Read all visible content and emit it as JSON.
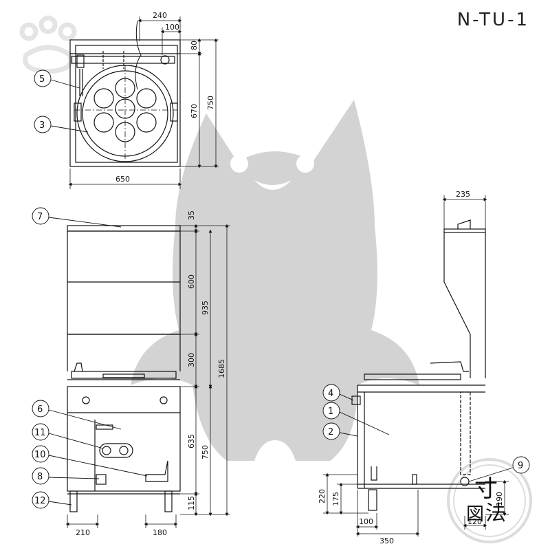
{
  "model_code": "N-TU-1",
  "watermark": {
    "stamp_chars": [
      "寸",
      "法",
      "図"
    ]
  },
  "top_view": {
    "dims": {
      "w240": "240",
      "w100": "100",
      "h80": "80",
      "h670": "670",
      "h750": "750",
      "w650": "650"
    },
    "callouts": [
      "5",
      "3"
    ]
  },
  "front_view": {
    "dims": {
      "h35": "35",
      "h600": "600",
      "h935": "935",
      "h300": "300",
      "h1685": "1685",
      "h635": "635",
      "h750": "750",
      "h115": "115",
      "w210": "210",
      "w180": "180"
    },
    "callouts": [
      "7",
      "6",
      "11",
      "10",
      "8",
      "12"
    ]
  },
  "side_view": {
    "dims": {
      "w235": "235",
      "h220": "220",
      "h175": "175",
      "w100": "100",
      "w350": "350",
      "h190": "190",
      "w120": "120"
    },
    "callouts": [
      "4",
      "1",
      "2",
      "9"
    ]
  },
  "colors": {
    "line": "#111111",
    "watermark": "#d3d3d3",
    "paw": "#e4e4e4"
  }
}
